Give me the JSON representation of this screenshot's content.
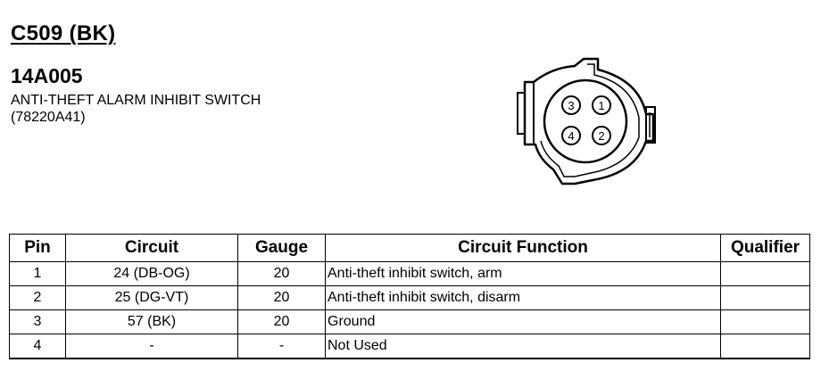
{
  "header": {
    "connector_id": "C509 (BK)",
    "part_number": "14A005",
    "component_name": "ANTI-THEFT ALARM INHIBIT SWITCH",
    "component_code": "(78220A41)"
  },
  "diagram": {
    "pin_labels": [
      "1",
      "2",
      "3",
      "4"
    ]
  },
  "table": {
    "headers": {
      "pin": "Pin",
      "circuit": "Circuit",
      "gauge": "Gauge",
      "function": "Circuit Function",
      "qualifier": "Qualifier"
    },
    "rows": [
      {
        "pin": "1",
        "circuit": "24 (DB-OG)",
        "gauge": "20",
        "function": "Anti-theft inhibit switch, arm",
        "qualifier": ""
      },
      {
        "pin": "2",
        "circuit": "25 (DG-VT)",
        "gauge": "20",
        "function": "Anti-theft inhibit switch, disarm",
        "qualifier": ""
      },
      {
        "pin": "3",
        "circuit": "57 (BK)",
        "gauge": "20",
        "function": "Ground",
        "qualifier": ""
      },
      {
        "pin": "4",
        "circuit": "-",
        "gauge": "-",
        "function": "Not Used",
        "qualifier": ""
      }
    ]
  }
}
